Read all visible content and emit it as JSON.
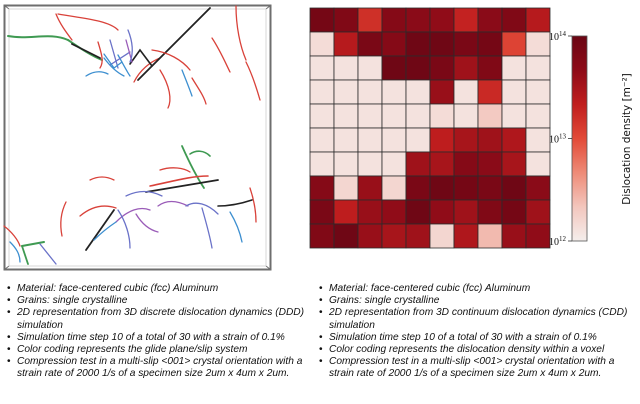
{
  "ddd": {
    "bullets": [
      "Material: face-centered cubic (fcc) Aluminum",
      "Grains: single crystalline",
      "2D representation from 3D discrete dislocation dynamics (DDD) simulation",
      "Simulation time step 10 of a total of 30 with a strain of 0.1%",
      "Color coding represents the glide plane/slip system",
      "Compression test in a multi-slip <001> crystal orientation with a strain rate of 2000 1/s of a specimen size 2um x 4um x 2um."
    ]
  },
  "cdd": {
    "bullets": [
      "Material: face-centered cubic (fcc) Aluminum",
      "Grains: single crystalline",
      "2D representation from 3D continuum dislocation dynamics (CDD) simulation",
      "Simulation time step 10 of a total of 30 with a strain of 0.1%",
      "Color coding represents the dislocation density within a voxel",
      "Compression test in a multi-slip <001> crystal orientation with a strain rate of 2000 1/s of a specimen size 2um x 4um x 2um."
    ]
  },
  "colorbar": {
    "label": "Dislocation density [m⁻²]",
    "ticks": [
      {
        "base": "10",
        "exp": "14",
        "value": 14
      },
      {
        "base": "10",
        "exp": "13",
        "value": 13
      },
      {
        "base": "10",
        "exp": "12",
        "value": 12
      }
    ],
    "range_log10": [
      12,
      14
    ],
    "colors": [
      "#f4eeec",
      "#f3c6bd",
      "#ee8b77",
      "#e24a38",
      "#c01e1e",
      "#8e0b18",
      "#6a0614"
    ]
  },
  "chart_data": {
    "type": "heatmap",
    "rows": 10,
    "cols": 10,
    "scale": "log",
    "vmin": 1000000000000.0,
    "vmax": 100000000000000.0,
    "log10_values": [
      [
        13.9,
        13.8,
        13.2,
        13.75,
        13.7,
        13.65,
        13.3,
        13.7,
        13.8,
        13.4
      ],
      [
        12.15,
        13.4,
        13.85,
        13.75,
        13.95,
        13.95,
        13.85,
        13.9,
        13.05,
        12.15
      ],
      [
        12.1,
        12.1,
        12.1,
        13.95,
        13.95,
        13.85,
        13.55,
        13.8,
        12.1,
        12.1
      ],
      [
        12.1,
        12.1,
        12.1,
        12.1,
        12.1,
        13.6,
        12.1,
        13.25,
        12.1,
        12.1
      ],
      [
        12.1,
        12.1,
        12.1,
        12.1,
        12.1,
        12.15,
        12.1,
        12.3,
        12.1,
        12.1
      ],
      [
        12.1,
        12.1,
        12.1,
        12.1,
        12.1,
        13.35,
        13.5,
        13.55,
        13.45,
        12.1
      ],
      [
        12.1,
        12.1,
        12.1,
        12.1,
        13.55,
        13.5,
        13.75,
        13.7,
        13.5,
        12.1
      ],
      [
        13.75,
        12.2,
        13.6,
        12.2,
        13.85,
        13.95,
        13.9,
        13.85,
        13.95,
        13.7
      ],
      [
        13.85,
        13.35,
        13.6,
        13.65,
        13.95,
        13.65,
        13.55,
        13.8,
        13.9,
        13.55
      ],
      [
        13.8,
        13.95,
        13.6,
        13.5,
        13.55,
        12.2,
        13.45,
        12.4,
        13.6,
        13.65
      ]
    ]
  }
}
